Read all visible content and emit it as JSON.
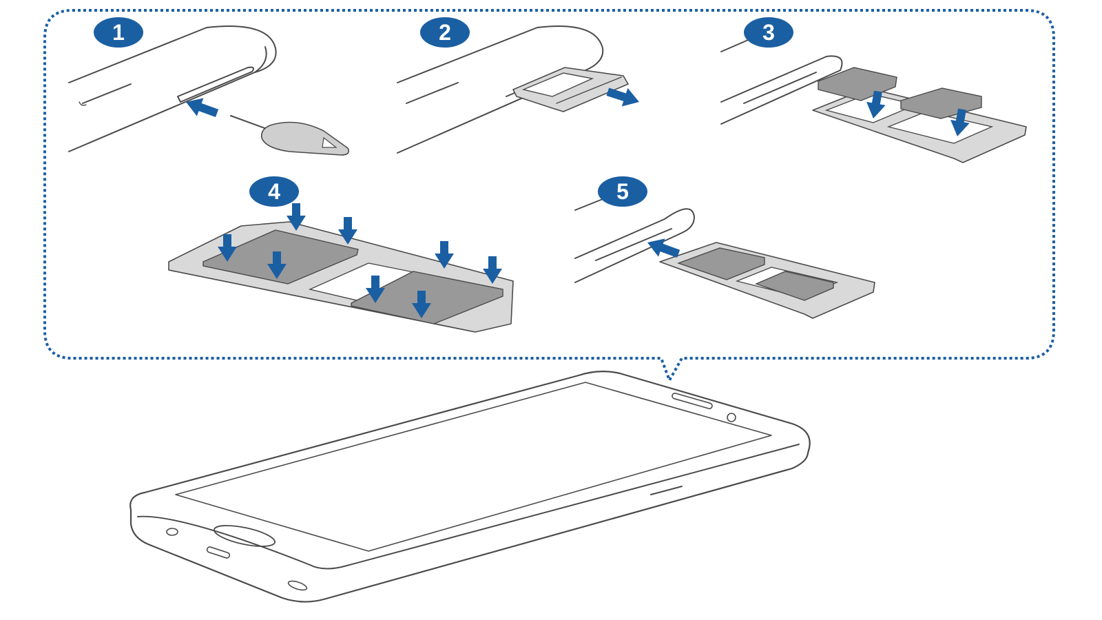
{
  "figure": {
    "accent_color": "#1b5fa3",
    "steps": [
      {
        "number": "1"
      },
      {
        "number": "2"
      },
      {
        "number": "3"
      },
      {
        "number": "4"
      },
      {
        "number": "5"
      }
    ]
  }
}
